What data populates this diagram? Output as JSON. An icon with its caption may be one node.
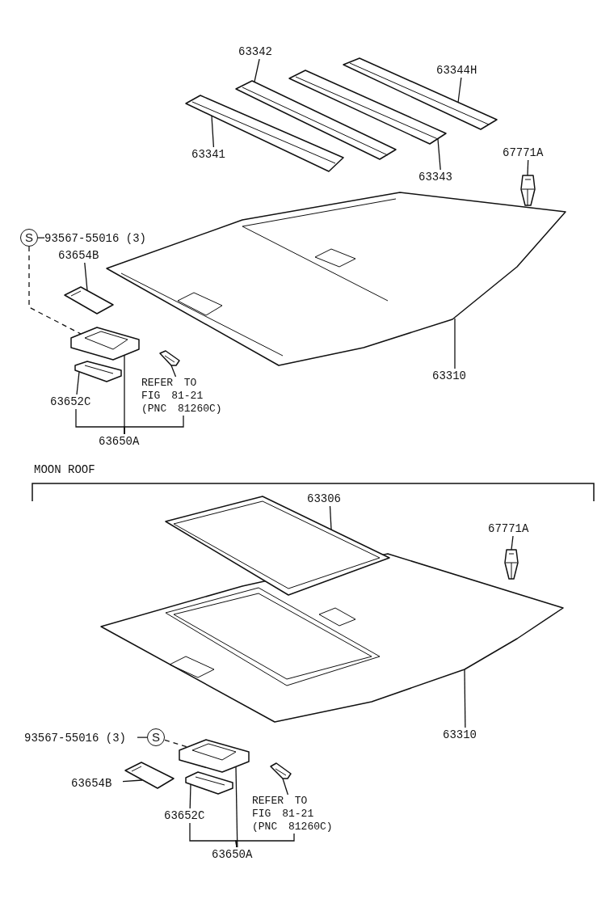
{
  "diagram": {
    "nodes": [
      {
        "text": [
          "63342"
        ]
      },
      {
        "text": [
          "63344H"
        ]
      },
      {
        "text": [
          "63341"
        ]
      },
      {
        "text": [
          "63343"
        ]
      },
      {
        "text": [
          "67771A"
        ]
      },
      {
        "text": [
          "S"
        ]
      },
      {
        "text": [
          "93567-55016 (3)"
        ]
      },
      {
        "text": [
          "63654B"
        ]
      },
      {
        "text": [
          "63310"
        ]
      },
      {
        "text": [
          "REFER TO FIG 81-21 (PNC 81260C)"
        ]
      },
      {
        "text": [
          "63652C"
        ]
      },
      {
        "text": [
          "63650A"
        ]
      },
      {
        "text": [],
        "shape": "picture"
      },
      {
        "text": [],
        "shape": "picture"
      },
      {
        "text": [],
        "shape": "picture"
      },
      {
        "text": [],
        "shape": "picture"
      },
      {
        "text": [],
        "shape": "picture"
      },
      {
        "text": [],
        "shape": "picture"
      },
      {
        "text": [],
        "shape": "picture"
      },
      {
        "text": [],
        "shape": "picture"
      },
      {
        "text": [],
        "shape": "picture"
      },
      {
        "text": [],
        "shape": "picture"
      },
      {
        "text": [
          "63306"
        ]
      },
      {
        "text": [
          "67771A"
        ]
      },
      {
        "text": [
          "63310"
        ]
      },
      {
        "text": [
          "93567-55016 (3)"
        ]
      },
      {
        "text": [
          "S"
        ]
      },
      {
        "text": [
          "63654B"
        ]
      },
      {
        "text": [
          "63652C"
        ]
      },
      {
        "text": [
          "REFER TO FIG 81-21 (PNC 81260C)"
        ]
      },
      {
        "text": [
          "63650A"
        ]
      },
      {
        "text": [],
        "shape": "picture"
      },
      {
        "text": [],
        "shape": "picture"
      },
      {
        "text": [],
        "shape": "picture"
      },
      {
        "text": [],
        "shape": "picture"
      },
      {
        "text": [],
        "shape": "picture"
      },
      {
        "text": [],
        "shape": "picture"
      },
      {
        "text": [],
        "shape": "picture"
      }
    ],
    "edges": [
      {
        "from": 0,
        "to": 13,
        "arrow": "none"
      },
      {
        "from": 1,
        "to": 15,
        "arrow": "none"
      },
      {
        "from": 2,
        "to": 12,
        "arrow": "none"
      },
      {
        "from": 3,
        "to": 14,
        "arrow": "none"
      },
      {
        "from": 4,
        "to": 16,
        "arrow": "none"
      },
      {
        "from": 6,
        "to": 5,
        "arrow": "none"
      },
      {
        "from": 5,
        "to": 19,
        "arrow": "none",
        "style": "dashed"
      },
      {
        "from": 7,
        "to": 18,
        "arrow": "none"
      },
      {
        "from": 8,
        "to": 17,
        "arrow": "none"
      },
      {
        "from": 10,
        "to": 20,
        "arrow": "none"
      },
      {
        "from": 9,
        "to": 21,
        "arrow": "none"
      },
      {
        "from": 11,
        "to": 19,
        "arrow": "none"
      },
      {
        "from": 11,
        "to": 10,
        "arrow": "none"
      },
      {
        "from": 11,
        "to": 9,
        "arrow": "none"
      },
      {
        "from": 22,
        "to": 31,
        "arrow": "none"
      },
      {
        "from": 23,
        "to": 32,
        "arrow": "none"
      },
      {
        "from": 24,
        "to": 33,
        "arrow": "none"
      },
      {
        "from": 25,
        "to": 26,
        "arrow": "none"
      },
      {
        "from": 26,
        "to": 35,
        "arrow": "none",
        "style": "dashed"
      },
      {
        "from": 27,
        "to": 34,
        "arrow": "none"
      },
      {
        "from": 28,
        "to": 36,
        "arrow": "none"
      },
      {
        "from": 29,
        "to": 37,
        "arrow": "none"
      },
      {
        "from": 30,
        "to": 35,
        "arrow": "none"
      },
      {
        "from": 30,
        "to": 28,
        "arrow": "none"
      },
      {
        "from": 30,
        "to": 29,
        "arrow": "none"
      }
    ],
    "labels": [
      "MOON ROOF"
    ]
  }
}
